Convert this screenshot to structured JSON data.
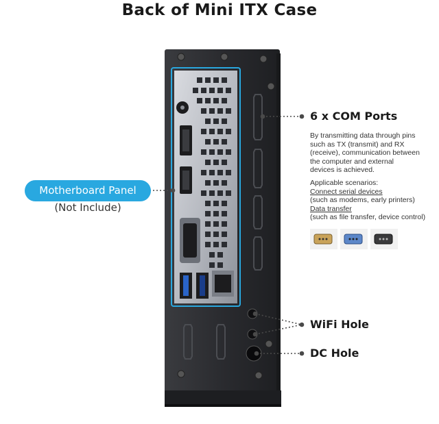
{
  "title": "Back of Mini ITX Case",
  "motherboard": {
    "label": "Motherboard Panel",
    "note": "(Not Include)"
  },
  "com_ports": {
    "title": "6 x COM Ports",
    "description": "By transmitting data through pins such as TX (transmit) and RX (receive), communication between the computer and external devices is achieved.",
    "scenarios_heading": "Applicable scenarios:",
    "scenario1_title": "Connect serial devices",
    "scenario1_detail": "(such as modems, early printers)",
    "scenario2_title": "Data transfer",
    "scenario2_detail": "(such as file transfer, device control)"
  },
  "wifi": {
    "label": "WiFi Hole"
  },
  "dc": {
    "label": "DC Hole"
  },
  "colors": {
    "accent": "#29a8e0",
    "case": "#2a2b2e",
    "callout_line": "#4a4a4a"
  }
}
